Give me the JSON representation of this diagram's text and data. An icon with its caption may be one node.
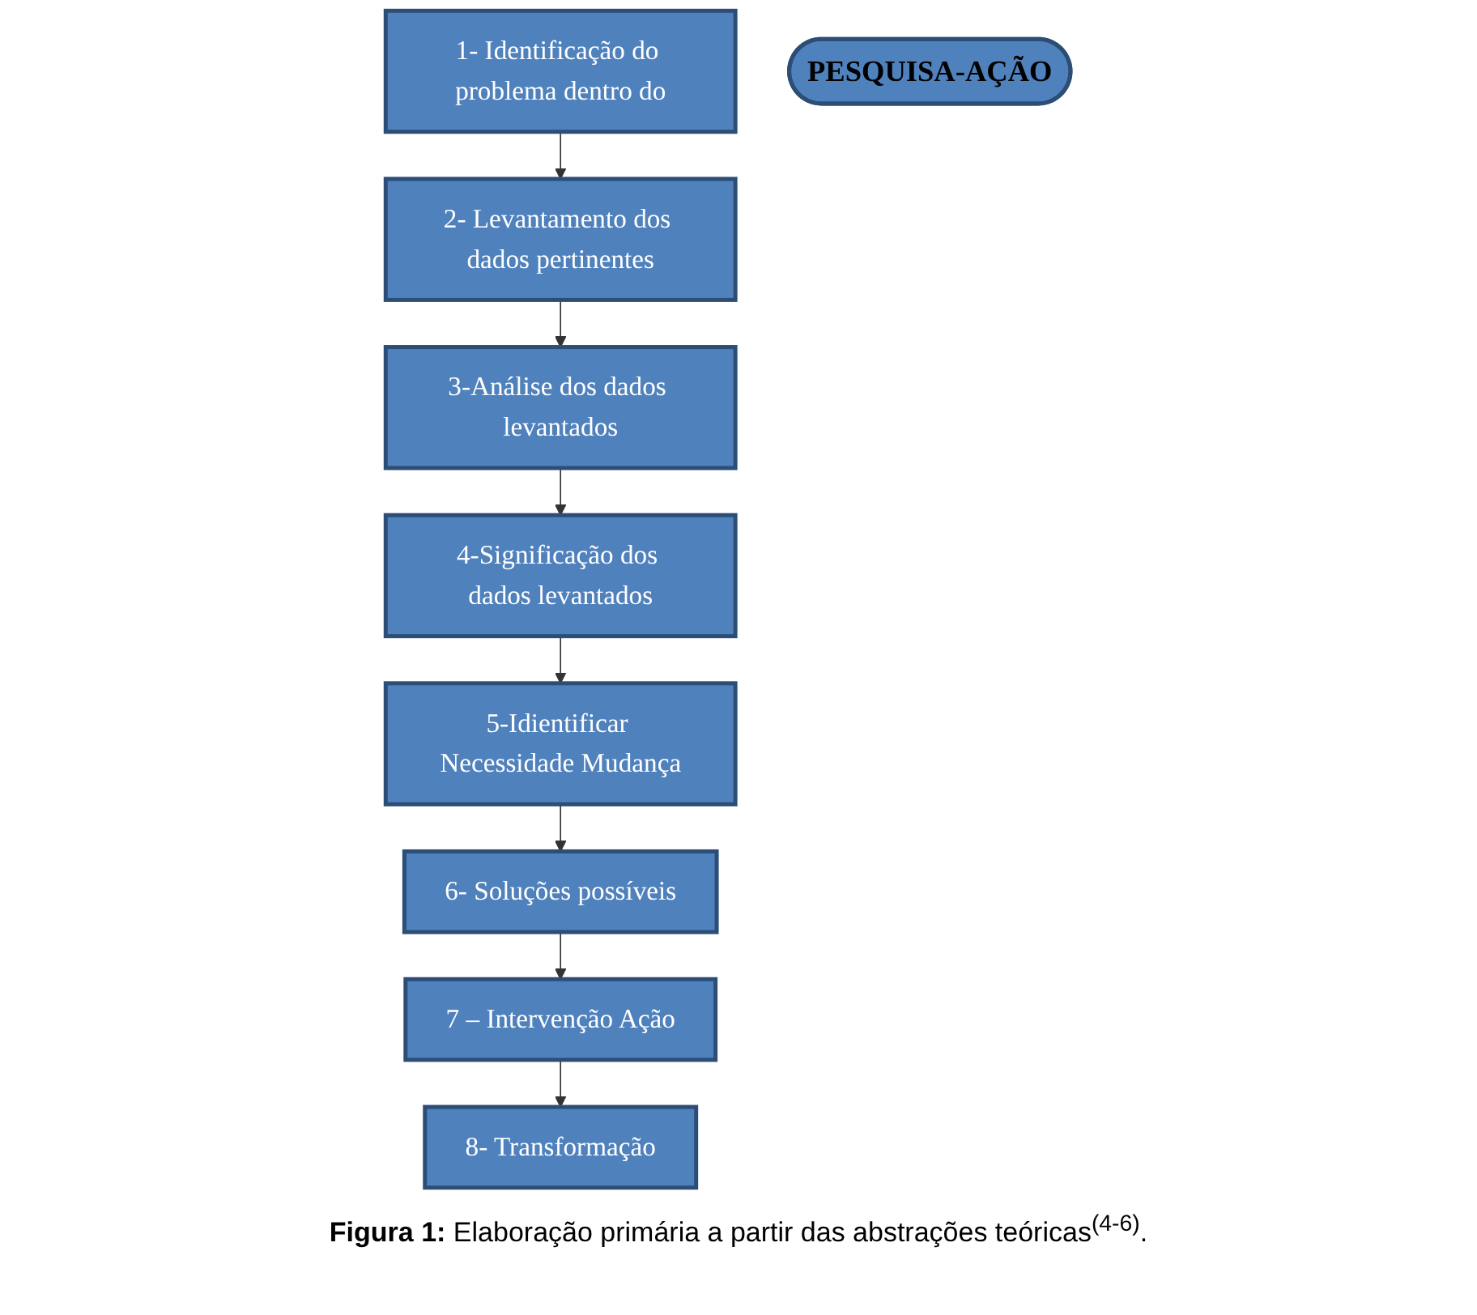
{
  "diagram": {
    "nodes": [
      {
        "text": [
          "8- Transformação"
        ]
      },
      {
        "text": [
          "7 – Intervenção Ação"
        ]
      },
      {
        "text": [
          "1- Identificação do problema dentro do"
        ]
      },
      {
        "text": [
          "6- Soluções possíveis"
        ]
      },
      {
        "text": [
          "PESQUISA-AÇÃO"
        ]
      },
      {
        "text": [
          "2- Levantamento dos dados pertinentes"
        ]
      },
      {
        "text": [
          "5-Idientificar Necessidade Mudança"
        ]
      },
      {
        "text": [
          "3-Análise dos dados levantados"
        ]
      },
      {
        "text": [
          "4-Significação dos dados levantados"
        ]
      }
    ],
    "edges": [
      {
        "from": 2,
        "to": 5,
        "arrow": "to"
      },
      {
        "from": 5,
        "to": 7,
        "arrow": "to"
      },
      {
        "from": 7,
        "to": 8,
        "arrow": "to"
      },
      {
        "from": 8,
        "to": 6,
        "arrow": "to"
      },
      {
        "from": 6,
        "to": 3,
        "arrow": "to"
      },
      {
        "from": 3,
        "to": 1,
        "arrow": "to"
      },
      {
        "from": 1,
        "to": 0,
        "arrow": "to"
      }
    ],
    "caption": "**Figura 1:** Elaboração primária a partir das abstrações teóricas$^{(4-6)}$."
  }
}
